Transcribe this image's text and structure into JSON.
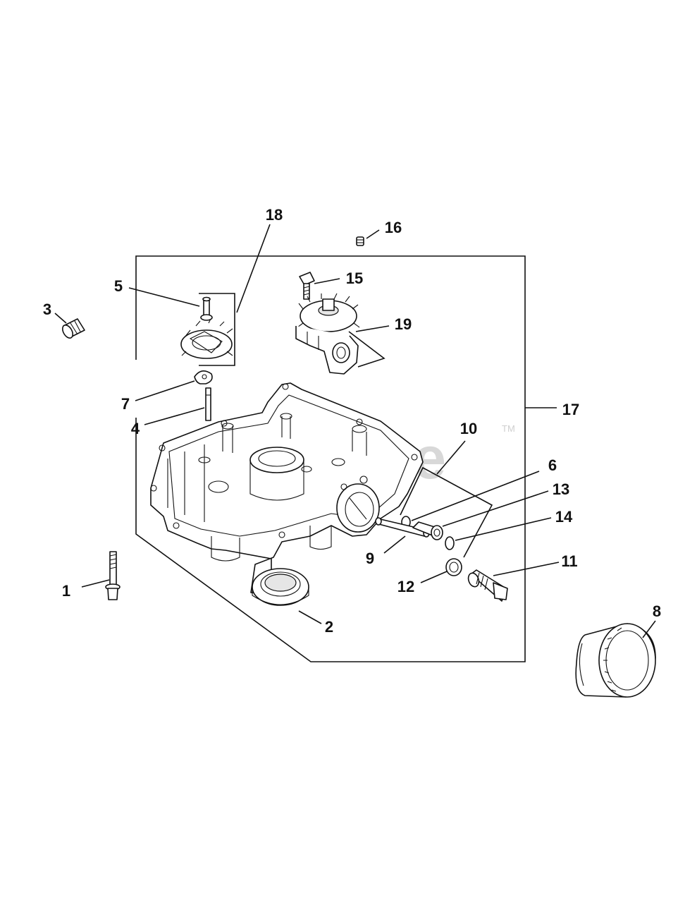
{
  "watermark": {
    "text": "PartsTree",
    "tm": "TM"
  },
  "callouts": {
    "c1": "1",
    "c2": "2",
    "c3": "3",
    "c4": "4",
    "c5": "5",
    "c6": "6",
    "c7": "7",
    "c8": "8",
    "c9": "9",
    "c10": "10",
    "c11": "11",
    "c12": "12",
    "c13": "13",
    "c14": "14",
    "c15": "15",
    "c16": "16",
    "c17": "17",
    "c18": "18",
    "c19": "19"
  },
  "icons": {
    "watermark": "partstree-logo",
    "parts": [
      "crankcase-cover",
      "oil-pump-gear",
      "governor-gear",
      "oil-filter",
      "oil-seal",
      "screw",
      "plug",
      "o-ring",
      "tube",
      "fitting",
      "pin",
      "retainer"
    ]
  }
}
